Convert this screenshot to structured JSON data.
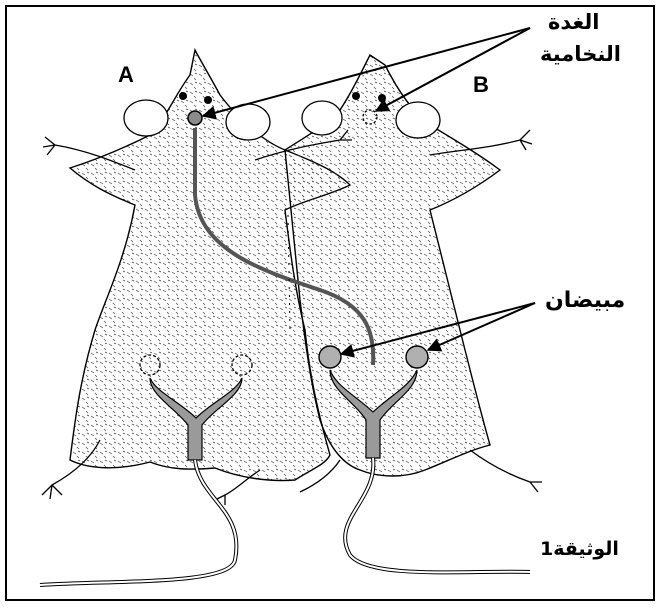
{
  "labels": {
    "rat_a": "A",
    "rat_b": "B",
    "pituitary_line1": "الغدة",
    "pituitary_line2": "النخامية",
    "ovaries": "مبيضان",
    "document": "الوثيقة1"
  },
  "colors": {
    "outline": "#000000",
    "gland_fill": "#8a8a8a",
    "ovary_fill": "#b0b0b0",
    "uterus_fill": "#9a9a9a",
    "vessel": "#555555"
  },
  "icons": {
    "rat_a": "rat-outline-icon",
    "rat_b": "rat-outline-icon"
  }
}
